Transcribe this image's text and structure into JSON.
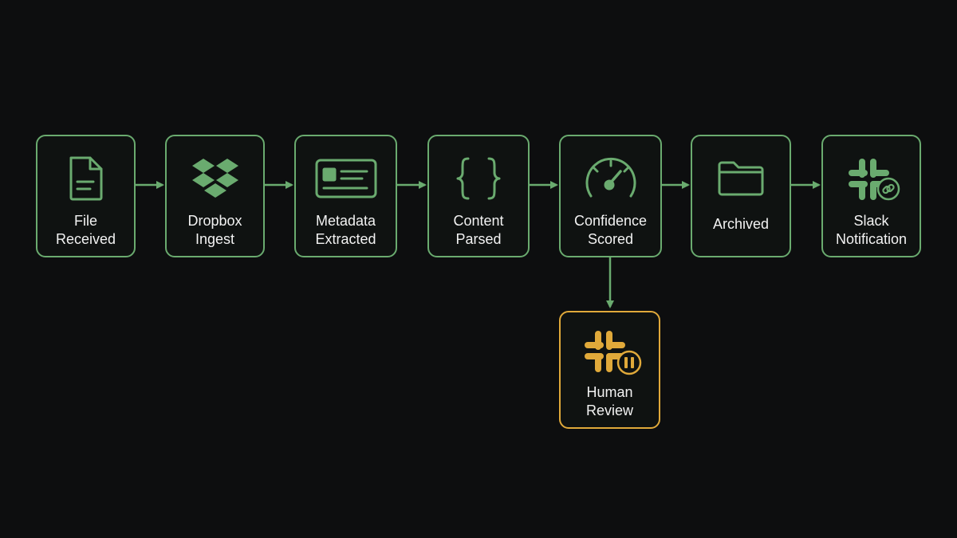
{
  "colors": {
    "background": "#0d0e0f",
    "accent_green": "#6aab6f",
    "accent_yellow": "#e0a93a",
    "text": "#f2f2f2"
  },
  "nodes": [
    {
      "id": "file-received",
      "icon": "document-icon",
      "lines": [
        "File",
        "Received"
      ]
    },
    {
      "id": "dropbox-ingest",
      "icon": "dropbox-icon",
      "lines": [
        "Dropbox",
        "Ingest"
      ]
    },
    {
      "id": "metadata-extracted",
      "icon": "id-card-icon",
      "lines": [
        "Metadata",
        "Extracted"
      ]
    },
    {
      "id": "content-parsed",
      "icon": "curly-braces-icon",
      "lines": [
        "Content",
        "Parsed"
      ]
    },
    {
      "id": "confidence-scored",
      "icon": "gauge-icon",
      "lines": [
        "Confidence",
        "Scored"
      ]
    },
    {
      "id": "archived",
      "icon": "folder-icon",
      "lines": [
        "Archived"
      ]
    },
    {
      "id": "slack-notification",
      "icon": "slack-link-icon",
      "lines": [
        "Slack",
        "Notification"
      ]
    },
    {
      "id": "human-review",
      "icon": "slack-pause-icon",
      "lines": [
        "Human",
        "Review"
      ]
    }
  ],
  "edges": [
    {
      "from": "file-received",
      "to": "dropbox-ingest"
    },
    {
      "from": "dropbox-ingest",
      "to": "metadata-extracted"
    },
    {
      "from": "metadata-extracted",
      "to": "content-parsed"
    },
    {
      "from": "content-parsed",
      "to": "confidence-scored"
    },
    {
      "from": "confidence-scored",
      "to": "archived"
    },
    {
      "from": "archived",
      "to": "slack-notification"
    },
    {
      "from": "confidence-scored",
      "to": "human-review"
    }
  ]
}
